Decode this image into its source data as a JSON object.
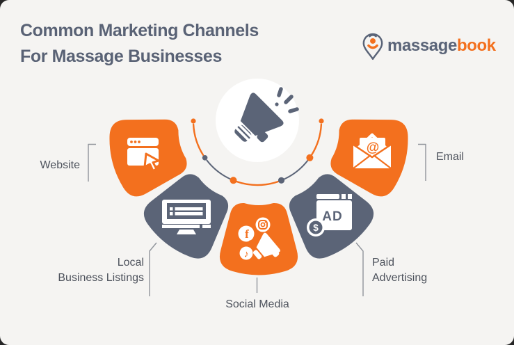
{
  "header": {
    "title_line1": "Common Marketing Channels",
    "title_line2": "For Massage Businesses"
  },
  "logo": {
    "part_gray": "massage",
    "part_orange": "book"
  },
  "center": {
    "icon": "megaphone-announcement"
  },
  "channels": [
    {
      "id": "website",
      "label": "Website",
      "petal_color": "orange",
      "icon": "browser-window-cursor"
    },
    {
      "id": "local-business-listings",
      "label_line1": "Local",
      "label_line2": "Business Listings",
      "petal_color": "slate",
      "icon": "desktop-monitor-listing"
    },
    {
      "id": "social-media",
      "label": "Social Media",
      "petal_color": "orange",
      "icon": "social-circles-megaphone"
    },
    {
      "id": "paid-advertising",
      "label_line1": "Paid",
      "label_line2": "Advertising",
      "petal_color": "slate",
      "icon": "ad-window-coin"
    },
    {
      "id": "email",
      "label": "Email",
      "petal_color": "orange",
      "icon": "open-envelope-at"
    }
  ],
  "icon_glyphs": {
    "facebook_f": "f",
    "tiktok_note": "♪",
    "paid_ad": "AD",
    "paid_dollar": "$",
    "email_at": "@"
  },
  "colors": {
    "orange": "#F3701E",
    "slate": "#5B6477",
    "card_background": "#F5F4F2",
    "title_text": "#596275",
    "label_text": "#4D525C",
    "connector_line": "#90949B",
    "logo_gray": "#5A6478",
    "white": "#FFFFFF"
  }
}
